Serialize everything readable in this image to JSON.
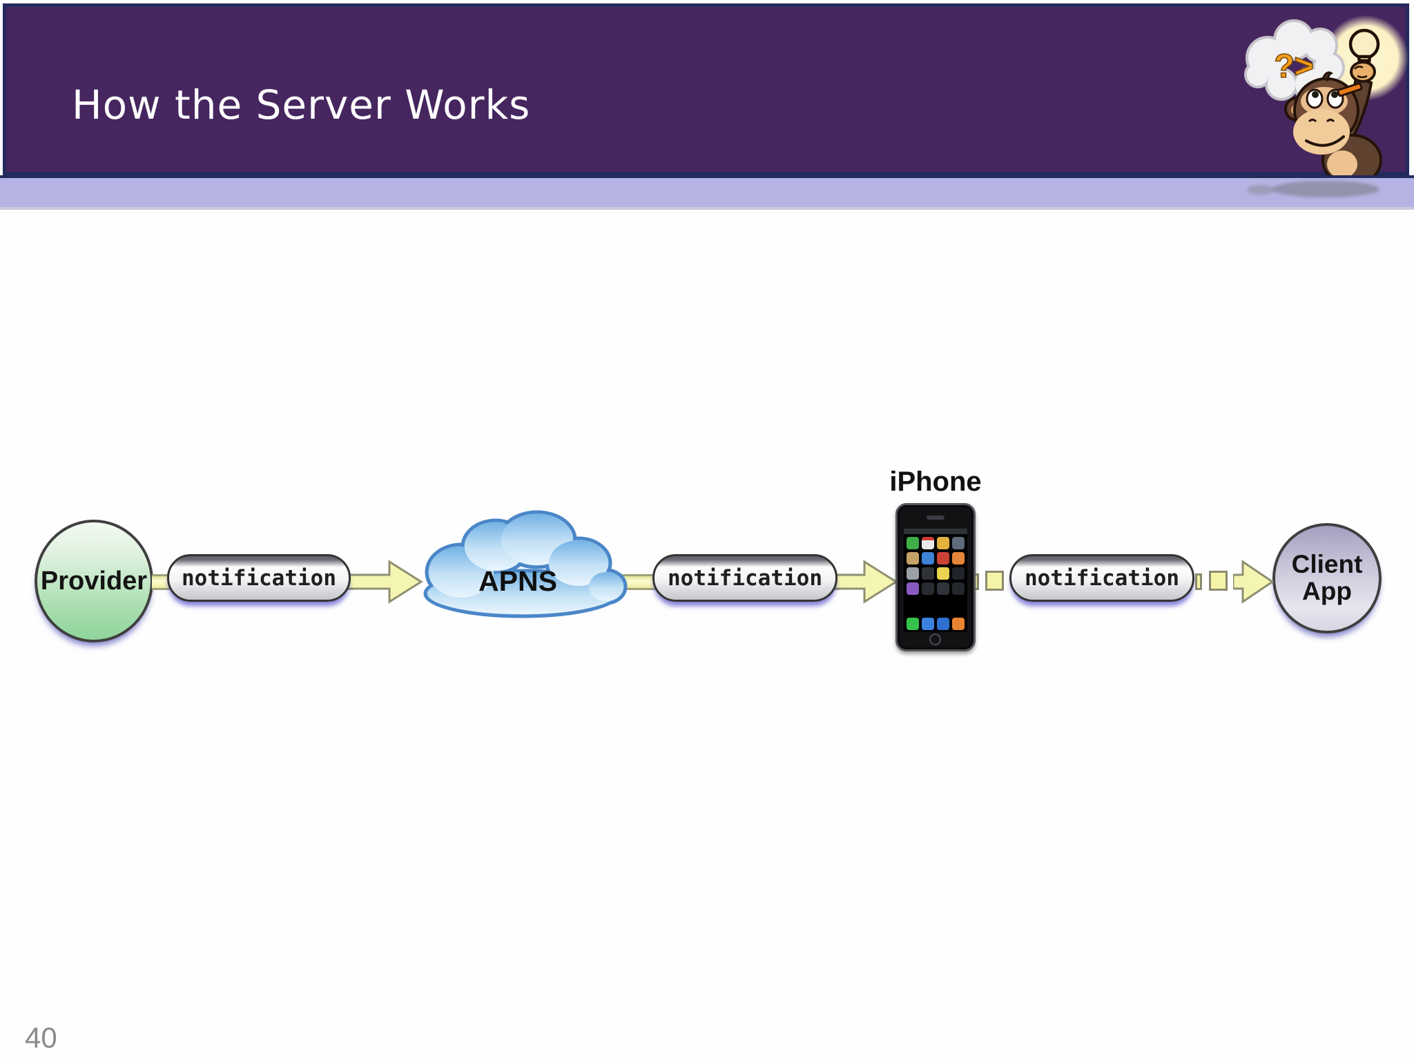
{
  "slide": {
    "title": "How the Server Works",
    "page_number": "40"
  },
  "mascot": {
    "thought_text": "?>"
  },
  "diagram": {
    "nodes": [
      {
        "id": "provider",
        "type": "ellipse",
        "label": "Provider",
        "fill": "#8fd49b"
      },
      {
        "id": "apns",
        "type": "cloud",
        "label": "APNS",
        "fill": "#74b2e4"
      },
      {
        "id": "iphone",
        "type": "device",
        "label": "iPhone"
      },
      {
        "id": "client-app",
        "type": "ellipse",
        "label": "Client App",
        "fill": "#cfcbdd"
      }
    ],
    "edges": [
      {
        "from": "provider",
        "to": "apns",
        "label": "notification",
        "style": "solid"
      },
      {
        "from": "apns",
        "to": "iphone",
        "label": "notification",
        "style": "solid"
      },
      {
        "from": "iphone",
        "to": "client-app",
        "label": "notification",
        "style": "dashed"
      }
    ],
    "colors": {
      "header_purple": "#46265f",
      "header_border": "#232a5c",
      "band_lavender": "#b4b3e3",
      "arrow_fill": "#f5f5b2",
      "arrow_outline": "#8f8f72",
      "pill_border": "#333333"
    }
  }
}
